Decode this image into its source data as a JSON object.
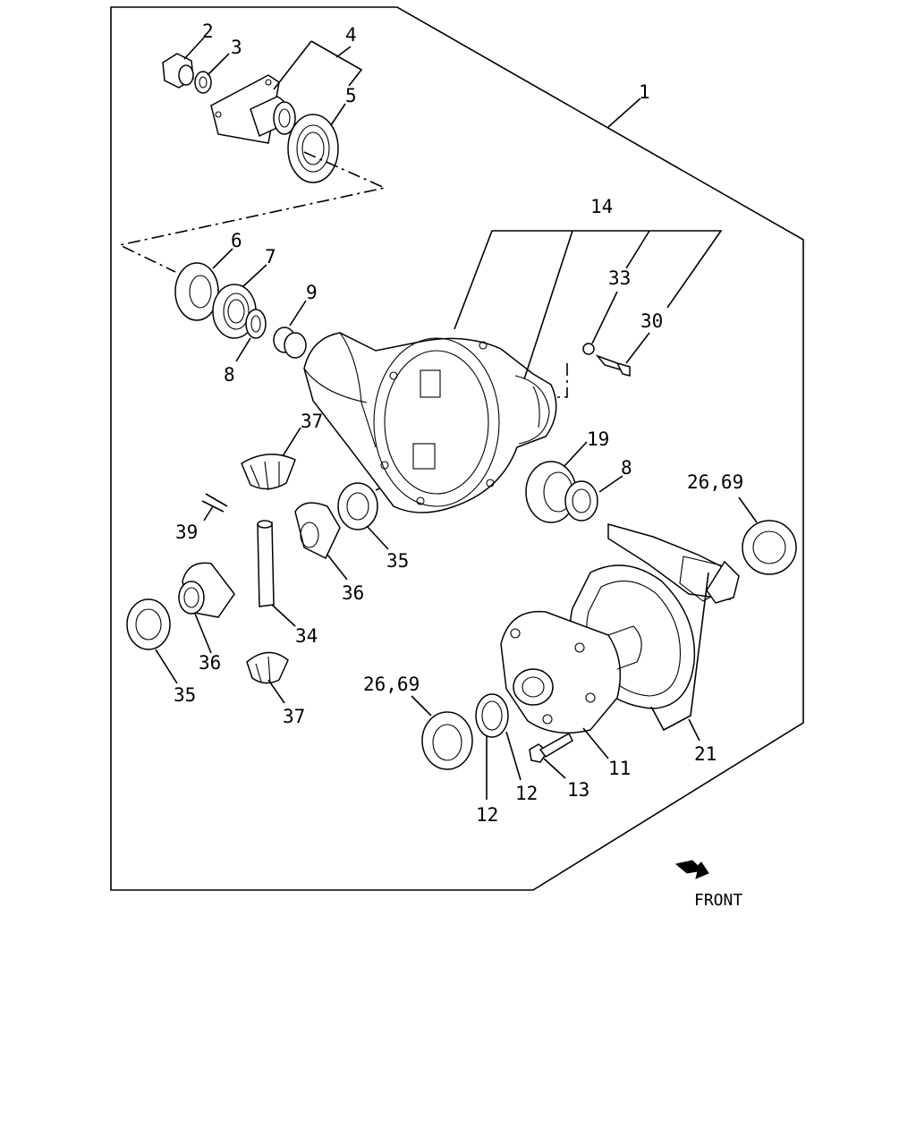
{
  "diagram": {
    "callouts": {
      "c1": "1",
      "c2": "2",
      "c3": "3",
      "c4": "4",
      "c5": "5",
      "c6": "6",
      "c7": "7",
      "c8a": "8",
      "c8b": "8",
      "c9": "9",
      "c11": "11",
      "c12a": "12",
      "c12b": "12",
      "c13": "13",
      "c14": "14",
      "c19": "19",
      "c21": "21",
      "c26a": "26,69",
      "c26b": "26,69",
      "c30": "30",
      "c33": "33",
      "c34": "34",
      "c35a": "35",
      "c35b": "35",
      "c36a": "36",
      "c36b": "36",
      "c37a": "37",
      "c37b": "37",
      "c39": "39"
    },
    "front_label": "FRONT"
  }
}
